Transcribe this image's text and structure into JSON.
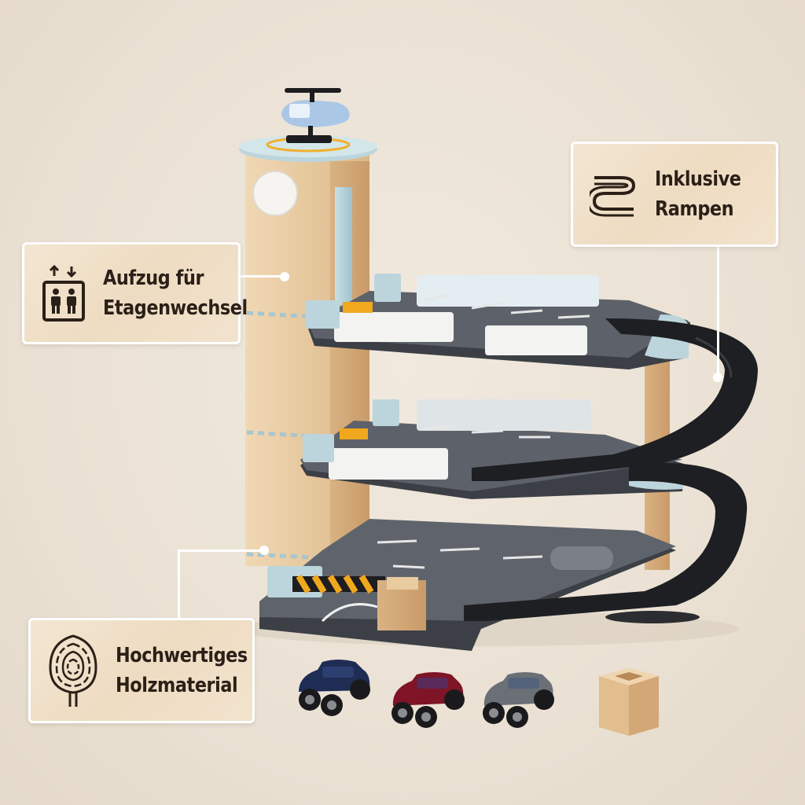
{
  "callouts": {
    "elevator": {
      "line1": "Aufzug für",
      "line2": "Etagenwechsel",
      "icon": "elevator-icon"
    },
    "ramps": {
      "line1": "Inklusive",
      "line2": "Rampen",
      "icon": "ramp-icon"
    },
    "wood": {
      "line1": "Hochwertiges",
      "line2": "Holzmaterial",
      "icon": "wood-rings-icon"
    }
  },
  "colors": {
    "background": "#ece3d6",
    "wood": "#e6c9a0",
    "deck": "#555a60",
    "ramp": "#1e1f22",
    "accent_blue": "#b9d3dc",
    "barrier_yellow": "#f0a81e"
  }
}
